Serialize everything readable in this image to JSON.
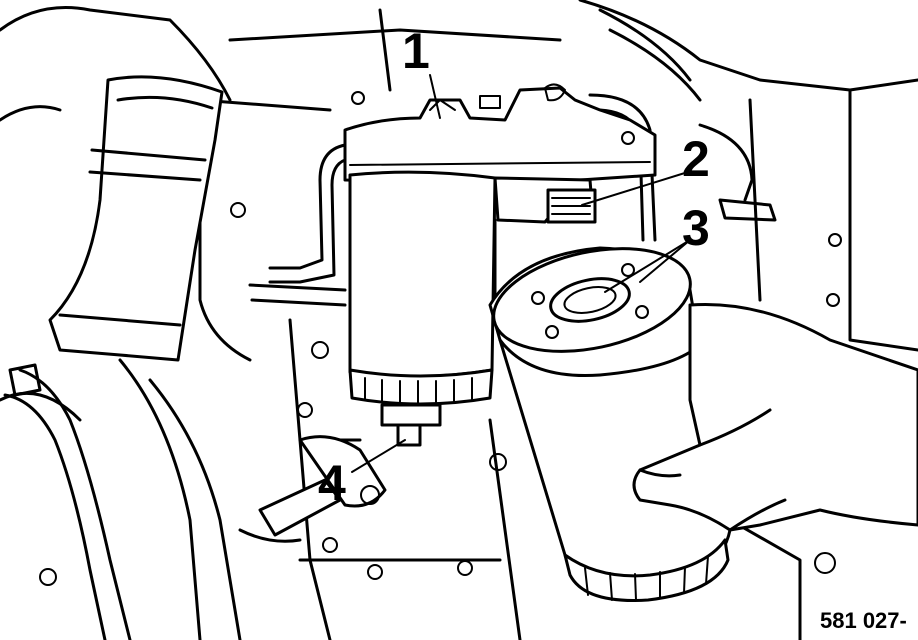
{
  "callouts": [
    {
      "id": "callout-1",
      "label": "1"
    },
    {
      "id": "callout-2",
      "label": "2"
    },
    {
      "id": "callout-3",
      "label": "3"
    },
    {
      "id": "callout-4",
      "label": "4"
    }
  ],
  "figure_reference": "581 027-",
  "colors": {
    "ink": "#000000",
    "paper": "#ffffff"
  }
}
